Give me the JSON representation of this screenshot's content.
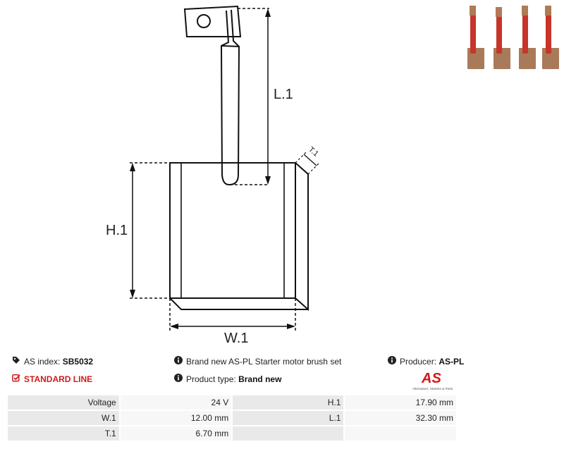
{
  "diagram": {
    "label_l1": "L.1",
    "label_h1": "H.1",
    "label_w1": "W.1",
    "label_t1": "T.1"
  },
  "info": {
    "as_index_label": "AS index:",
    "as_index_value": "SB5032",
    "standard_line": "STANDARD LINE",
    "description": "Brand new AS-PL Starter motor brush set",
    "product_type_label": "Product type:",
    "product_type_value": "Brand new",
    "producer_label": "Producer:",
    "producer_value": "AS-PL"
  },
  "logo": {
    "mark": "AS",
    "tagline": "Alternators, Starters & Parts"
  },
  "specs": {
    "rows": [
      {
        "label1": "Voltage",
        "value1": "24 V",
        "label2": "H.1",
        "value2": "17.90 mm"
      },
      {
        "label1": "W.1",
        "value1": "12.00 mm",
        "label2": "L.1",
        "value2": "32.30 mm"
      },
      {
        "label1": "T.1",
        "value1": "6.70 mm",
        "label2": "",
        "value2": ""
      }
    ]
  },
  "colors": {
    "accent_red": "#d11a1a",
    "cell_label_bg": "#e9e9e9",
    "cell_value_bg": "#f7f7f7",
    "brush_copper": "#a87a5a",
    "wire_red": "#c8342a"
  }
}
